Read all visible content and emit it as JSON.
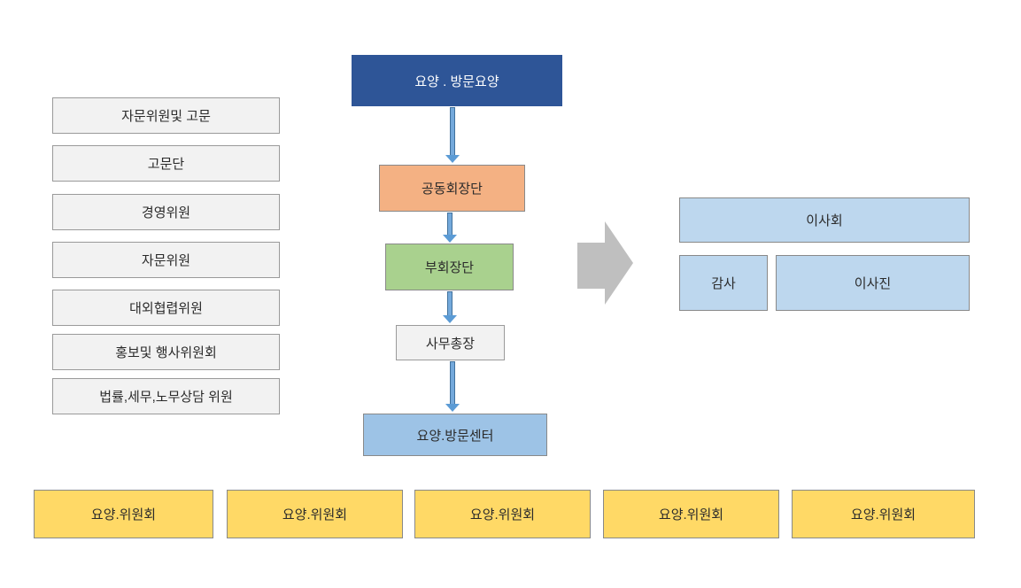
{
  "root_box": {
    "label": "요양 . 방문요양"
  },
  "left_column": {
    "items": [
      {
        "label": "자문위원및 고문"
      },
      {
        "label": "고문단"
      },
      {
        "label": "경영위원"
      },
      {
        "label": "자문위원"
      },
      {
        "label": "대외협렵위원"
      },
      {
        "label": "홍보및 행사위원회"
      },
      {
        "label": "법률,세무,노무상담 위원"
      }
    ]
  },
  "center_flow": {
    "co_chairs": {
      "label": "공동회장단"
    },
    "vice_chairs": {
      "label": "부회장단"
    },
    "secretary_general": {
      "label": "사무총장"
    },
    "care_center": {
      "label": "요양.방문센터"
    }
  },
  "right_group": {
    "board": {
      "label": "이사회"
    },
    "auditor": {
      "label": "감사"
    },
    "directors": {
      "label": "이사진"
    }
  },
  "bottom_row": {
    "items": [
      {
        "label": "요양.위원회"
      },
      {
        "label": "요양.위원회"
      },
      {
        "label": "요양.위원회"
      },
      {
        "label": "요양.위원회"
      },
      {
        "label": "요양.위원회"
      }
    ]
  },
  "colors": {
    "root_bg": "#2E5597",
    "co_chairs_bg": "#F4B183",
    "vice_chairs_bg": "#A9D18E",
    "care_center_bg": "#9DC3E6",
    "right_group_bg": "#BDD7EE",
    "bottom_row_bg": "#FFD966",
    "left_column_bg": "#F2F2F2",
    "connector_blue": "#5B9BD5",
    "block_arrow_gray": "#BFBFBF"
  }
}
